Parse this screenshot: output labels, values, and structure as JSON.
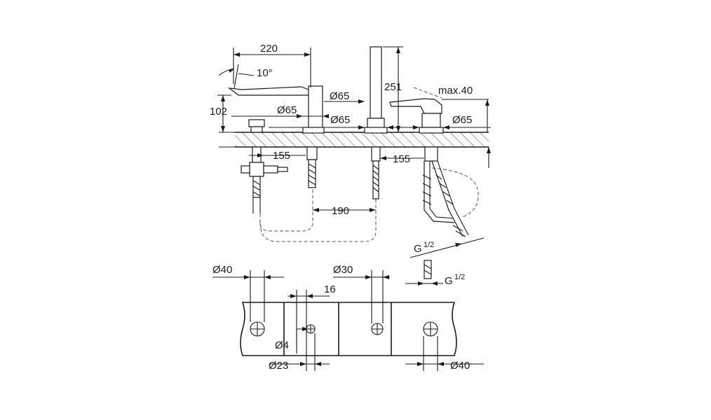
{
  "dimensions": {
    "spout_length": "220",
    "spout_angle": "10°",
    "spout_height": "102",
    "spout_base_dia": "Ø65",
    "handshower_base_dia": "Ø65",
    "handshower_height": "251",
    "lever_travel": "max.40",
    "mixer_base_dia": "Ø65",
    "deck_depth_left": "155",
    "deck_depth_right": "155",
    "hose_spacing": "190",
    "thread_upper": "G",
    "thread_upper_fraction": "1/2",
    "thread_lower": "G",
    "thread_lower_fraction": "1/2",
    "hole_dia_left": "Ø40",
    "hole_dia_middle": "Ø30",
    "hole_offset": "16",
    "pin_dia": "Ø4",
    "hole_dia_small": "Ø23",
    "hole_dia_right": "Ø40"
  },
  "colors": {
    "line": "#1a1a1a",
    "background": "#ffffff"
  }
}
